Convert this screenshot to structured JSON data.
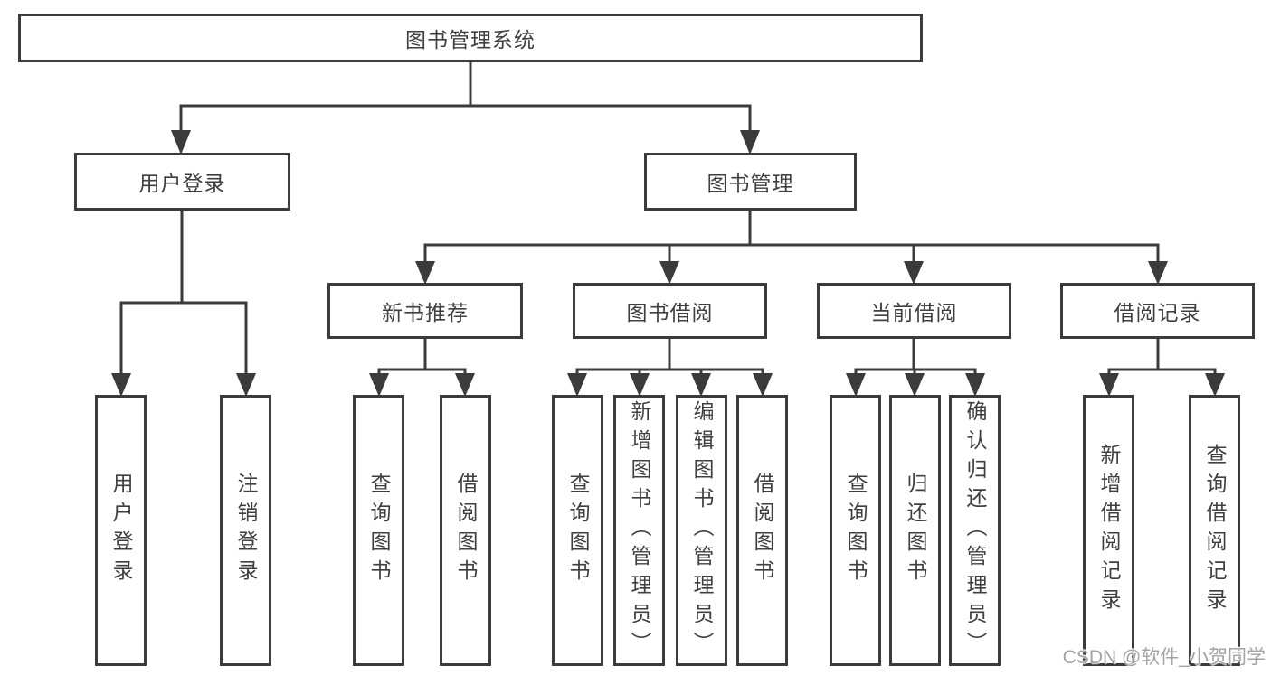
{
  "diagram": {
    "title": "图书管理系统",
    "nodes": {
      "root": {
        "label": "图书管理系统"
      },
      "level2": [
        {
          "label": "用户登录"
        },
        {
          "label": "图书管理"
        }
      ],
      "level3": [
        {
          "label": "新书推荐",
          "parent": "图书管理"
        },
        {
          "label": "图书借阅",
          "parent": "图书管理"
        },
        {
          "label": "当前借阅",
          "parent": "图书管理"
        },
        {
          "label": "借阅记录",
          "parent": "图书管理"
        }
      ],
      "leaves": [
        {
          "label": "用户登录",
          "parent": "用户登录"
        },
        {
          "label": "注销登录",
          "parent": "用户登录"
        },
        {
          "label": "查询图书",
          "parent": "新书推荐"
        },
        {
          "label": "借阅图书",
          "parent": "新书推荐"
        },
        {
          "label": "查询图书",
          "parent": "图书借阅"
        },
        {
          "label": "新增图书（管理员）",
          "parent": "图书借阅"
        },
        {
          "label": "编辑图书（管理员）",
          "parent": "图书借阅"
        },
        {
          "label": "借阅图书",
          "parent": "图书借阅"
        },
        {
          "label": "查询图书",
          "parent": "当前借阅"
        },
        {
          "label": "归还图书",
          "parent": "当前借阅"
        },
        {
          "label": "确认归还（管理员）",
          "parent": "当前借阅"
        },
        {
          "label": "新增借阅记录",
          "parent": "借阅记录"
        },
        {
          "label": "查询借阅记录",
          "parent": "借阅记录"
        }
      ]
    }
  },
  "watermark": "CSDN @软件_小贺同学",
  "colors": {
    "line": "#3b3b3b",
    "text": "#3f3f3f",
    "background": "#ffffff",
    "watermark": "#a3a3a3"
  }
}
